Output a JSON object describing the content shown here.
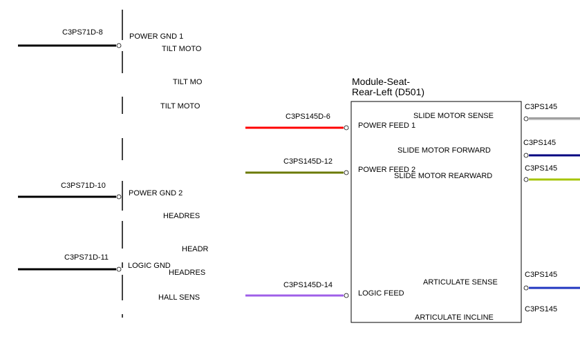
{
  "left_connector": {
    "pins": [
      {
        "code": "C3PS71D-8",
        "signal": "POWER GND 1"
      },
      {
        "code": "C3PS71D-10",
        "signal": "POWER GND 2"
      },
      {
        "code": "C3PS71D-11",
        "signal": "LOGIC GND"
      }
    ],
    "right_labels": [
      "TILT MOTO",
      "TILT MO",
      "TILT MOTO",
      "HEADRES",
      "HEADR",
      "HEADRES",
      "HALL SENS"
    ]
  },
  "module": {
    "title_line1": "Module-Seat-",
    "title_line2": "Rear-Left (D501)",
    "inputs": [
      {
        "code": "C3PS145D-6",
        "signal": "POWER FEED 1",
        "color": "#ff0000"
      },
      {
        "code": "C3PS145D-12",
        "signal": "POWER FEED 2",
        "color": "#6b7a00"
      },
      {
        "code": "C3PS145D-14",
        "signal": "LOGIC FEED",
        "color": "#9f5fe8"
      }
    ],
    "outputs": [
      {
        "signal": "SLIDE MOTOR SENSE",
        "code": "C3PS145",
        "color": "#8c8c8c"
      },
      {
        "signal": "SLIDE MOTOR FORWARD",
        "code": "C3PS145",
        "color": "#000080"
      },
      {
        "signal": "SLIDE MOTOR REARWARD",
        "code": "C3PS145",
        "color": "#a5c400"
      },
      {
        "signal": "ARTICULATE SENSE",
        "code": "C3PS145",
        "color": "#1f35c0"
      },
      {
        "signal": "ARTICULATE INCLINE",
        "code": "C3PS145",
        "color": "#000000"
      }
    ]
  }
}
